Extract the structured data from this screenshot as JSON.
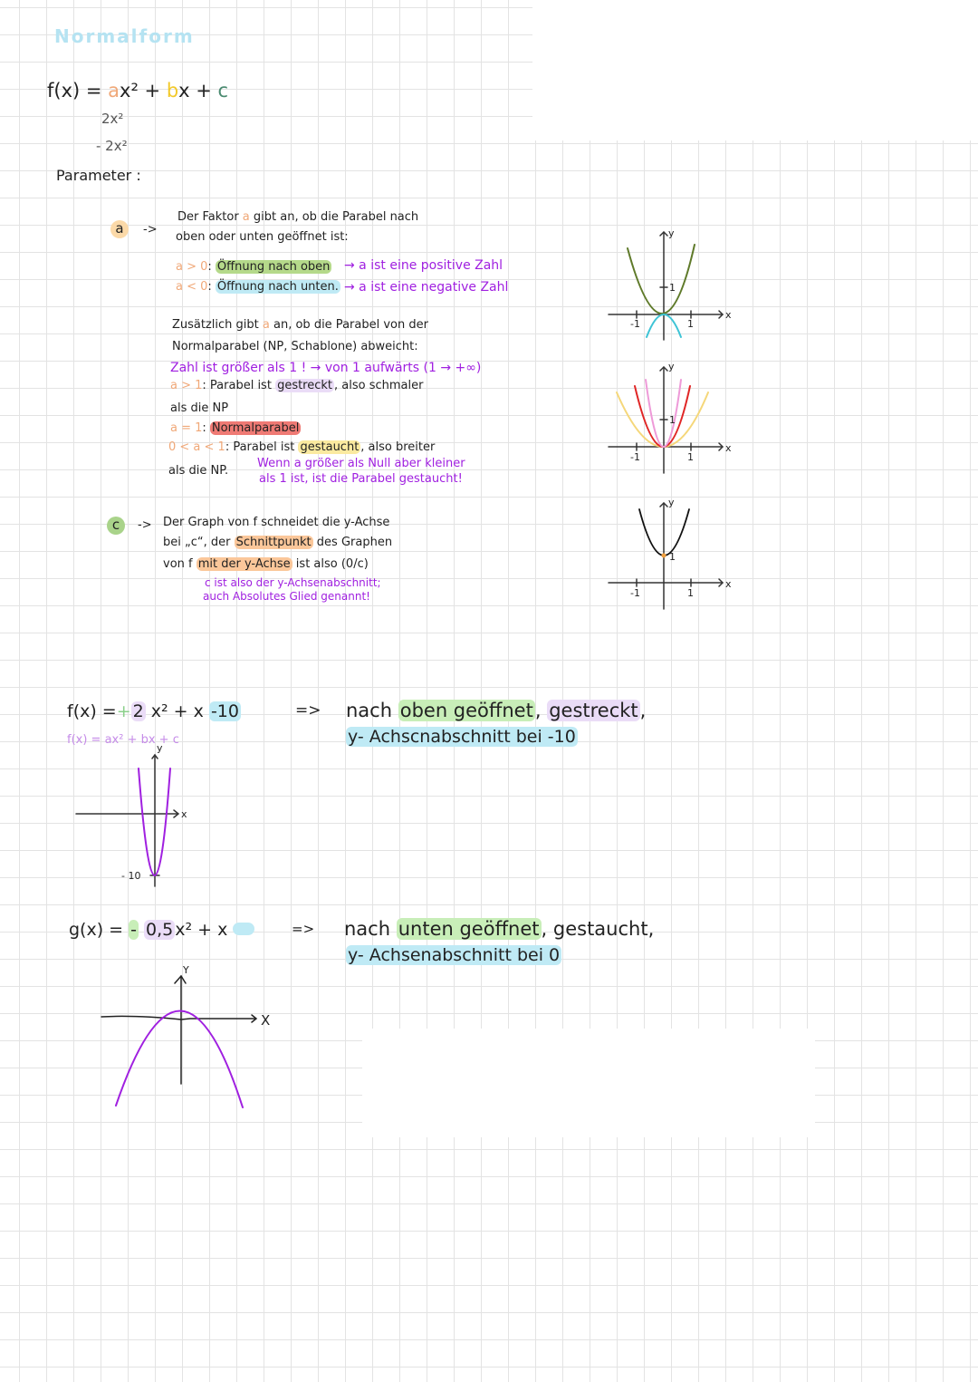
{
  "title": "Normalform",
  "formula": {
    "prefix": "f(x) = ",
    "a": "a",
    "x2": "x² + ",
    "b": "b",
    "x": "x + ",
    "c": "c"
  },
  "examples": [
    "2x²",
    "- 2x²"
  ],
  "parameter_label": "Parameter :",
  "param_a": {
    "badge": "a",
    "arrow": "->",
    "line1_pre": "Der Faktor ",
    "line1_a": "a",
    "line1_post": " gibt an, ob die Parabel nach",
    "line2": "oben oder unten geöffnet ist:",
    "pos_cond": "a > 0",
    "pos_text": "Öffnung nach oben",
    "pos_note": "→ a  ist eine positive Zahl",
    "neg_cond": "a < 0",
    "neg_text": "Öffnung nach unten.",
    "neg_note": "→ a  ist eine negative Zahl",
    "extra1_pre": "Zusätzlich gibt ",
    "extra1_a": "a",
    "extra1_post": " an, ob die Parabel von der",
    "extra2": "Normalparabel (NP, Schablone) abweicht:",
    "note_greater": "Zahl ist größer als 1 ! → von 1 aufwärts   (1 → +∞)",
    "gt1_cond": "a > 1",
    "gt1_pre": ": Parabel ist ",
    "gt1_hl": "gestreckt",
    "gt1_post": ", also schmaler",
    "gt1_line2": "als die NP",
    "eq1_cond": "a = 1",
    "eq1_hl": "Normalparabel",
    "lt1_cond": "0 < a < 1",
    "lt1_pre": ": Parabel ist ",
    "lt1_hl": "gestaucht",
    "lt1_post": ", also breiter",
    "lt1_line2": "als die NP.",
    "note_between1": "Wenn a größer als Null aber kleiner",
    "note_between2": "als 1 ist, ist die Parabel gestaucht!"
  },
  "param_c": {
    "badge": "c",
    "arrow": "->",
    "line1": "Der Graph von f schneidet die y-Achse",
    "line2_pre": "bei „c“, der ",
    "line2_hl": "Schnittpunkt",
    "line2_post": " des Graphen",
    "line3_pre": "von f ",
    "line3_hl": "mit der y-Achse",
    "line3_post": " ist also (0/c)",
    "note1": "c  ist also der y-Achsenabschnitt;",
    "note2": "auch Absolutes Glied genannt!"
  },
  "mini_graphs": {
    "x_label": "x",
    "y_label": "y",
    "tick_neg": "-1",
    "tick_pos": "1",
    "tick_y": "1"
  },
  "example_f": {
    "expr_pre": "f(x) =",
    "expr_sign": "+",
    "expr_a": "2",
    "expr_mid": "x² + x ",
    "expr_c": "-10",
    "general": "f(x) = ax² + bx + c",
    "arrow": "=>",
    "res1_pre": "nach ",
    "res1_hl": "oben geöffnet",
    "res1_sep": ",  ",
    "res1_hl2": "gestreckt",
    "res1_end": ",",
    "res2": "y- Achscnabschnitt bei -10",
    "graph": {
      "x_label": "x",
      "y_label": "y",
      "vertex_label": "- 10"
    }
  },
  "example_g": {
    "expr_pre": "g(x) = ",
    "expr_sign": "-",
    "expr_a": "0,5",
    "expr_mid": "x² + x",
    "arrow": "=>",
    "res1_pre": "nach ",
    "res1_hl": "unten geöffnet",
    "res1_sep": ", ",
    "res1_hl2": "gestaucht",
    "res1_end": ",",
    "res2": "y- Achsenabschnitt bei 0",
    "graph": {
      "x_label": "X",
      "y_label": "Y"
    }
  },
  "colors": {
    "a": "#f0a878",
    "b": "#f2c92a",
    "c": "#4a8a70",
    "handwriting": "#a020e0",
    "green_hl": "#b5d98a",
    "blue_hl": "#bfeaf5",
    "red_hl": "#ef7a74",
    "yellow_hl": "#fbeaa0",
    "orange_hl": "#fbc79a",
    "purple_hl": "#eadcf7"
  }
}
